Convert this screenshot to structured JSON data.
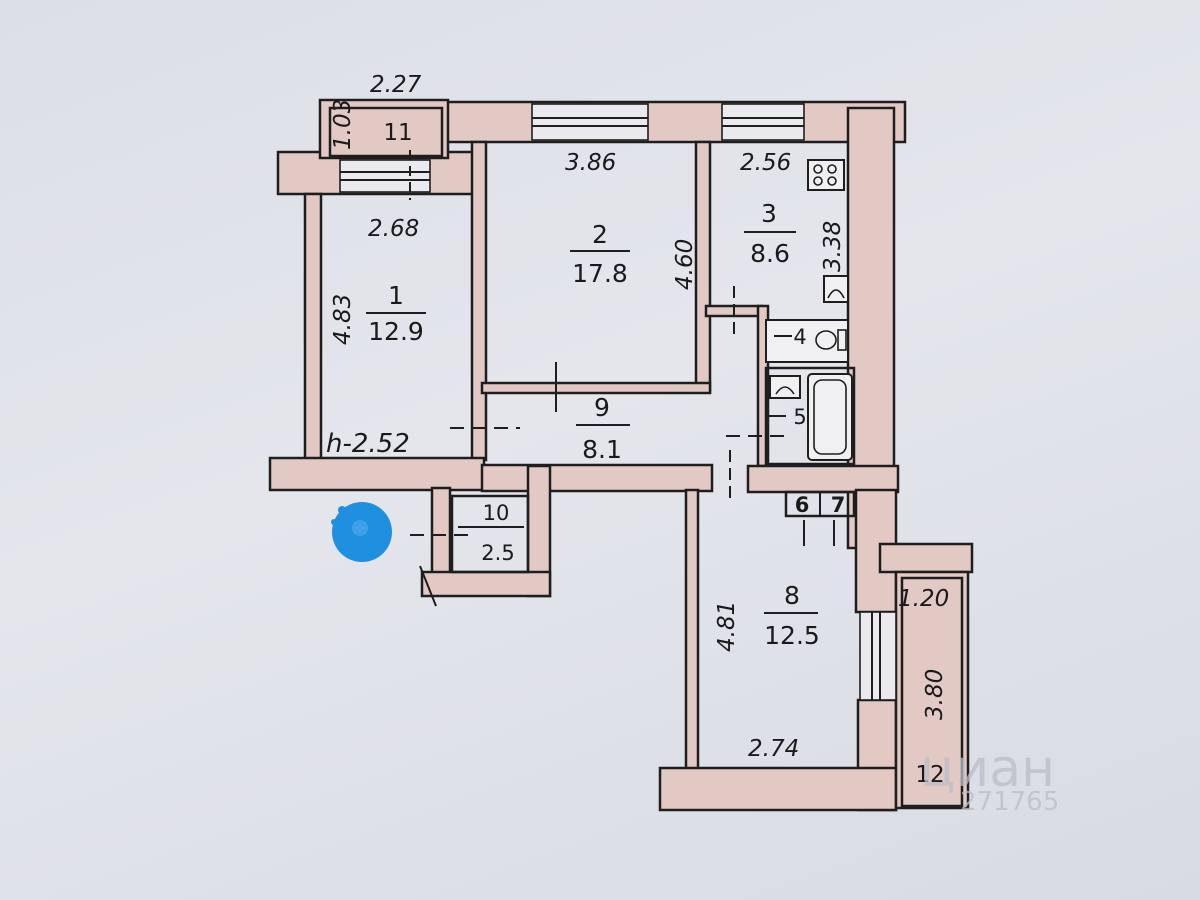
{
  "dimensions": {
    "balcony_11_width": "2.27",
    "balcony_11_depth": "1.03",
    "room2_width": "3.86",
    "kitchen_width": "2.56",
    "room1_width": "2.68",
    "room1_length": "4.83",
    "room2_length": "4.60",
    "kitchen_length": "3.38",
    "ceiling_height": "h-2.52",
    "room8_length": "4.81",
    "room8_width": "2.74",
    "balcony_12_width": "1.20",
    "balcony_12_length": "3.80"
  },
  "rooms": {
    "r1": {
      "number": "1",
      "area": "12.9"
    },
    "r2": {
      "number": "2",
      "area": "17.8"
    },
    "r3": {
      "number": "3",
      "area": "8.6"
    },
    "r4": {
      "number": "4"
    },
    "r5": {
      "number": "5"
    },
    "r6": {
      "number": "6"
    },
    "r7": {
      "number": "7"
    },
    "r8": {
      "number": "8",
      "area": "12.5"
    },
    "r9": {
      "number": "9",
      "area": "8.1"
    },
    "r10": {
      "number": "10",
      "area": "2.5"
    },
    "r11": {
      "number": "11"
    },
    "r12": {
      "number": "12"
    }
  },
  "watermark": {
    "brand": "циан",
    "number": "271765"
  },
  "colors": {
    "paper": "#dfe2e8",
    "wall_fill": "#e3c9c3",
    "ink": "#1e1e1e",
    "marker_blue": "#1f8fe0"
  },
  "icons": [
    "stove-icon",
    "sink-icon",
    "toilet-icon",
    "bathtub-icon",
    "washbasin-icon",
    "blue-marker-icon"
  ]
}
